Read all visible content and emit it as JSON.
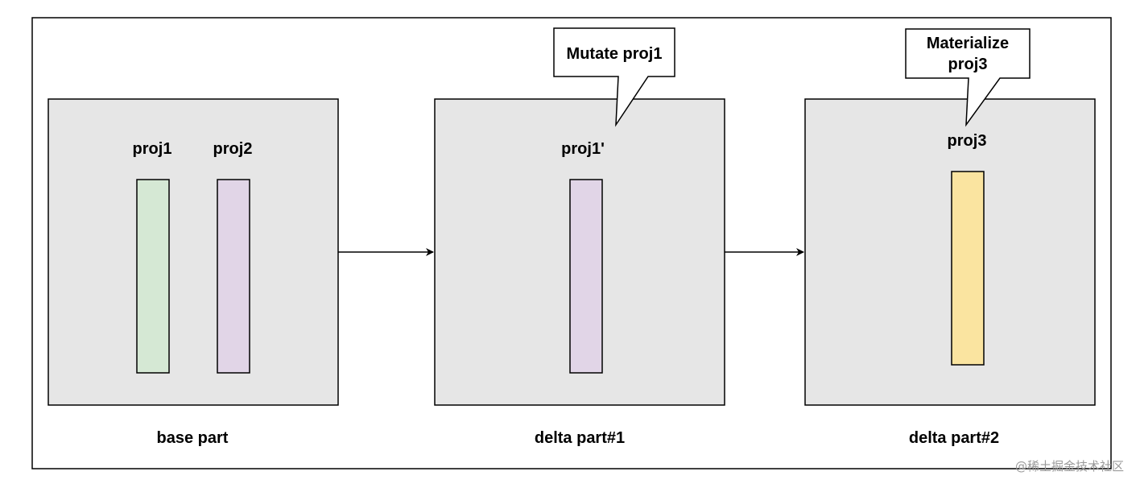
{
  "colors": {
    "part_fill": "#e6e6e6",
    "part_stroke": "#000000",
    "proj1_fill": "#d5e8d4",
    "proj2_fill": "#e1d5e7",
    "proj3_fill": "#fae4a0",
    "edge": "#000000"
  },
  "base_part": {
    "label": "base part",
    "columns": [
      {
        "label": "proj1"
      },
      {
        "label": "proj2"
      }
    ]
  },
  "delta_part_1": {
    "label": "delta part#1",
    "column_label": "proj1'",
    "callout": "Mutate proj1"
  },
  "delta_part_2": {
    "label": "delta part#2",
    "column_label": "proj3",
    "callout": {
      "line1": "Materialize",
      "line2": "proj3"
    }
  },
  "watermark": "@稀土掘金技术社区"
}
